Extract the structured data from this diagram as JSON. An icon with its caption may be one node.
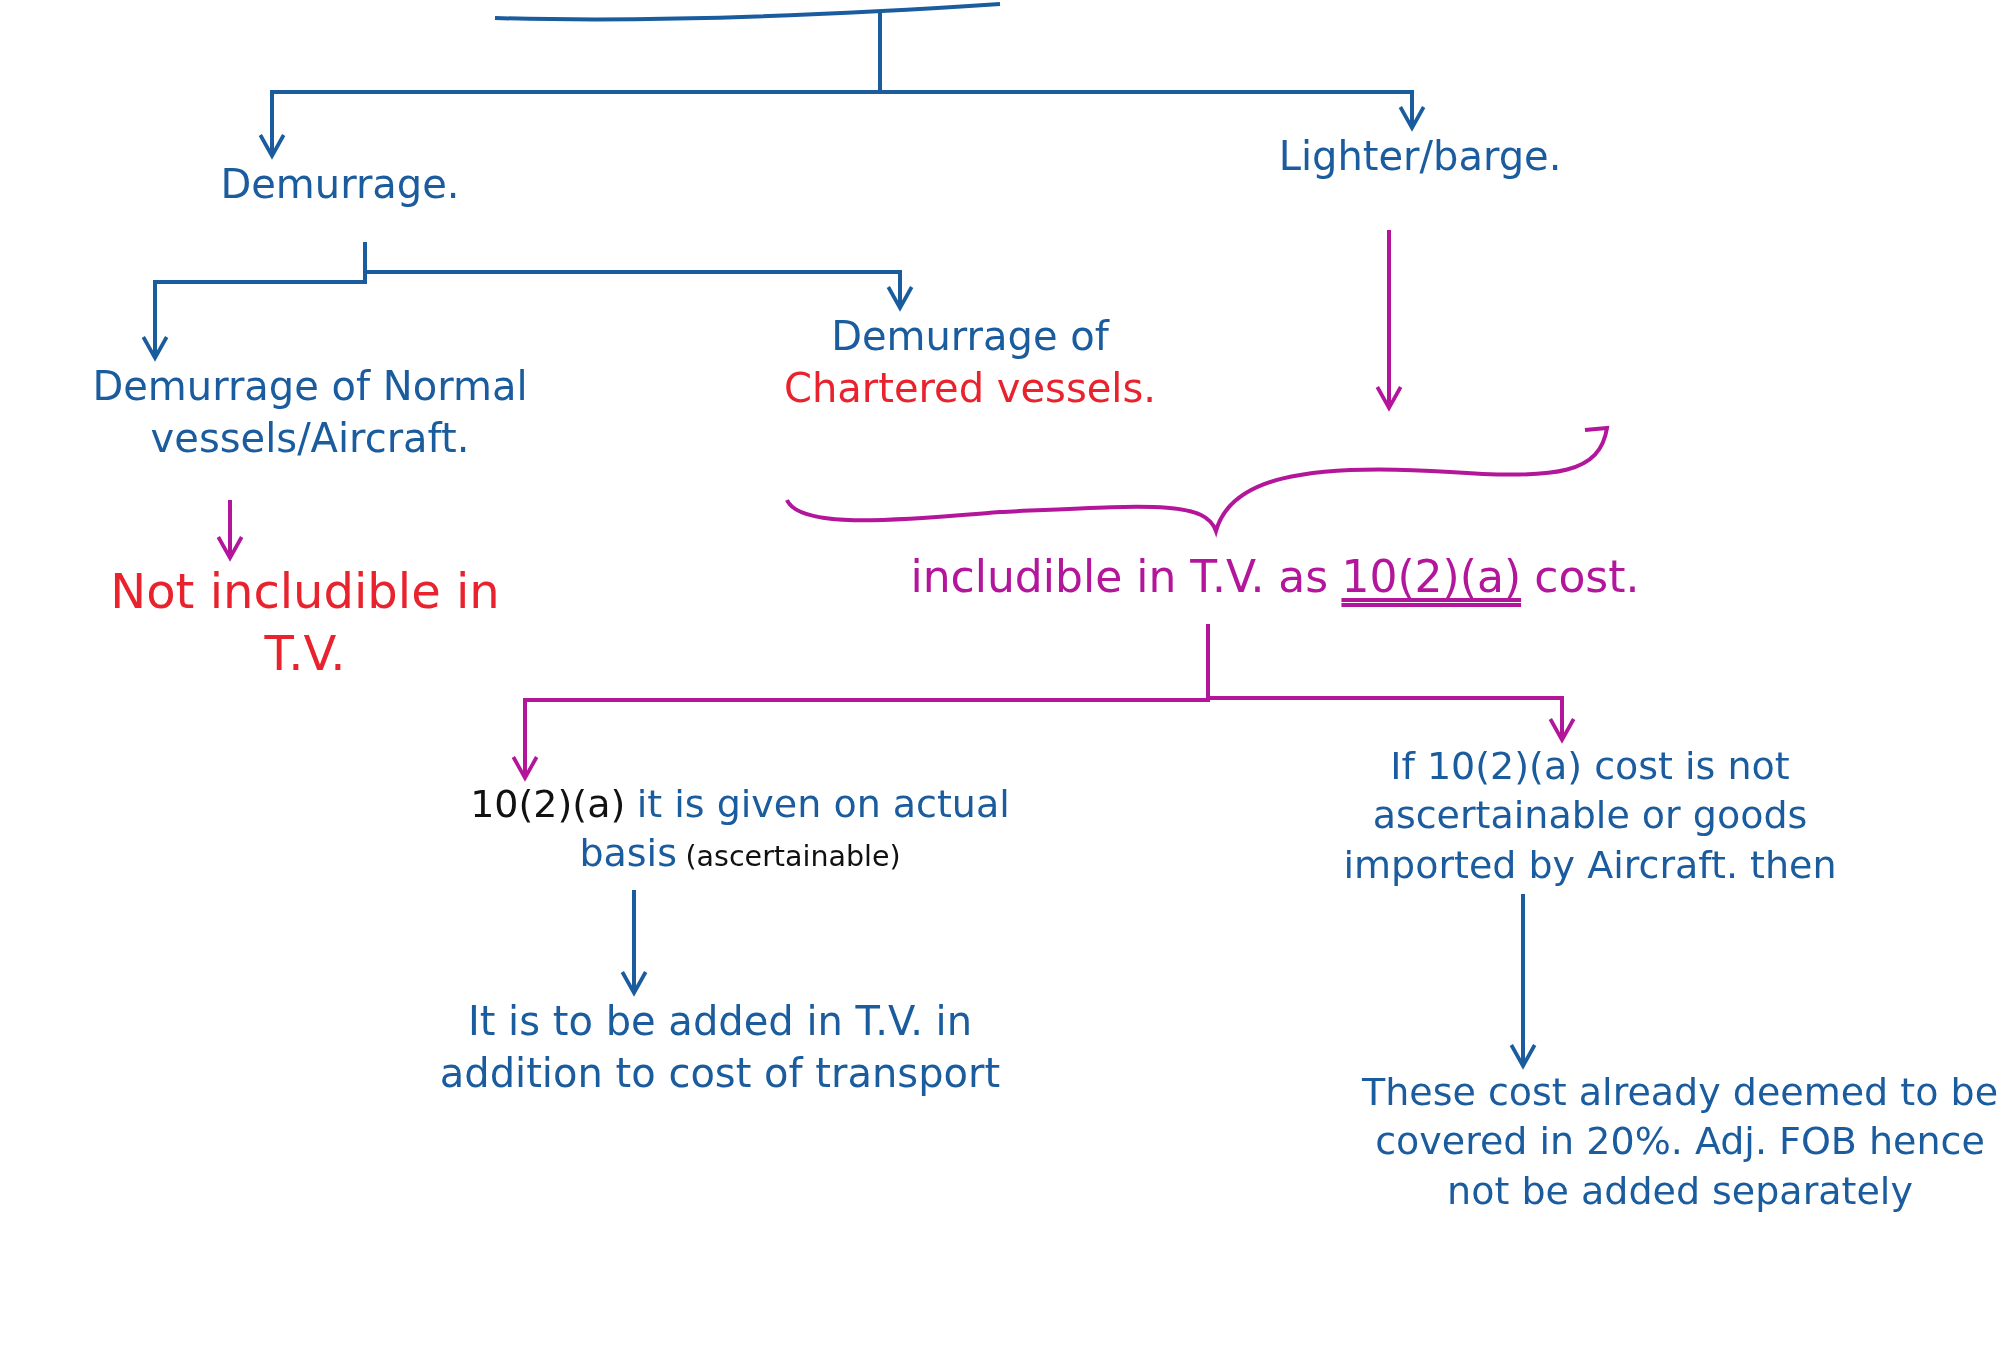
{
  "diagram": {
    "nodes": [
      {
        "text": [
          "Demurrage."
        ]
      },
      {
        "text": [
          "Lighter/barge."
        ]
      },
      {
        "text": [
          "Demurrage of Normal vessels/Aircraft."
        ]
      },
      {
        "text": [
          "Demurrage of",
          "Chartered vessels."
        ]
      },
      {
        "text": [
          "Not includible in T.V."
        ]
      },
      {
        "text": [
          "includible in T.V. as",
          "10(2)(a)",
          "cost."
        ]
      },
      {
        "text": [
          "10(2)(a)",
          "it is given on actual basis",
          "(ascertainable)"
        ]
      },
      {
        "text": [
          "If 10(2)(a) cost is not ascertainable or goods imported by Aircraft. then"
        ]
      },
      {
        "text": [
          "It is to be added in T.V. in addition to cost of transport"
        ]
      },
      {
        "text": [
          "These cost already deemed to be covered in 20%. Adj. FOB hence not be added separately"
        ]
      }
    ],
    "edges": [
      {
        "from": null,
        "to": 0,
        "arrow": "to"
      },
      {
        "from": null,
        "to": 1,
        "arrow": "to"
      },
      {
        "from": 0,
        "to": 2,
        "arrow": "to"
      },
      {
        "from": 0,
        "to": 3,
        "arrow": "to"
      },
      {
        "from": 1,
        "to": 5,
        "arrow": "to",
        "color": "#b3169a"
      },
      {
        "from": 2,
        "to": 4,
        "arrow": "to",
        "color": "#b3169a"
      },
      {
        "from": 5,
        "to": 6,
        "arrow": "to",
        "color": "#b3169a"
      },
      {
        "from": 5,
        "to": 7,
        "arrow": "to",
        "color": "#b3169a"
      },
      {
        "from": 6,
        "to": 8,
        "arrow": "to"
      },
      {
        "from": 7,
        "to": 9,
        "arrow": "to"
      }
    ]
  }
}
